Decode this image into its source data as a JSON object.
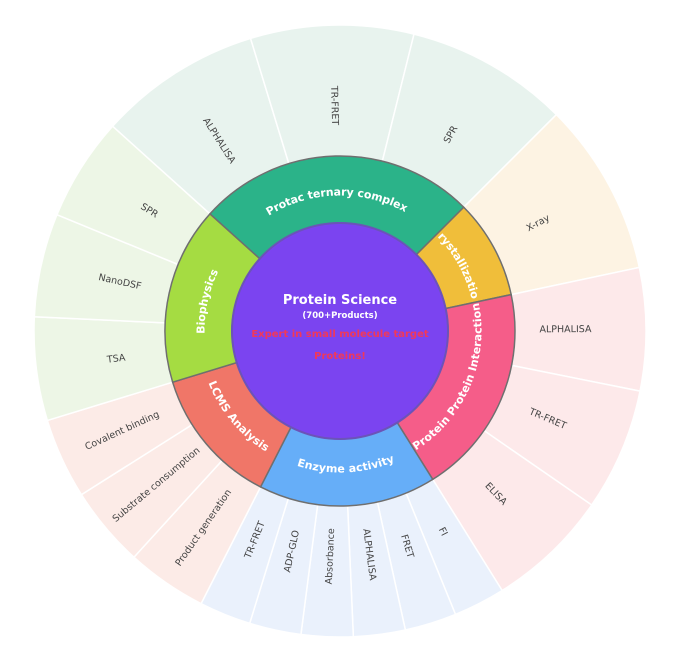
{
  "center": {
    "title": "Protein Science",
    "subtitle": "(700+Products)",
    "tagline_1": "Expert in small molecule target",
    "tagline_2": "Proteins!",
    "fill": "#7B44F0",
    "tagline_color": "#F0385A"
  },
  "categories": [
    {
      "key": "protac",
      "label": "Protac ternary complex",
      "fill": "#2BB389",
      "outer_fill": "#E8F3EE",
      "items": [
        "ALPHALISA",
        "TR-FRET",
        "SPR"
      ]
    },
    {
      "key": "cryst",
      "label": "crystallization",
      "fill": "#F0BE3A",
      "outer_fill": "#FDF3E3",
      "items": [
        "X-ray"
      ]
    },
    {
      "key": "ppi",
      "label": "Protein Protein  Interaction",
      "fill": "#F55D89",
      "outer_fill": "#FDE9EA",
      "items": [
        "ALPHALISA",
        "TR-FRET",
        "ELISA"
      ]
    },
    {
      "key": "enzyme",
      "label": "Enzyme activity",
      "fill": "#66AEF8",
      "outer_fill": "#EAF1FC",
      "items": [
        "FI",
        "FRET",
        "ALPHALISA",
        "Absorbance",
        "ADP-GLO",
        "TR-FRET"
      ]
    },
    {
      "key": "lcms",
      "label": "LCMS Analysis",
      "fill": "#F07668",
      "outer_fill": "#FCEBE7",
      "items": [
        "Product generation",
        "Substrate consumption",
        "Covalent binding"
      ]
    },
    {
      "key": "biophys",
      "label": "Biophysics",
      "fill": "#A5DC42",
      "outer_fill": "#EDF6E6",
      "items": [
        "TSA",
        "NanoDSF",
        "SPR"
      ]
    }
  ]
}
